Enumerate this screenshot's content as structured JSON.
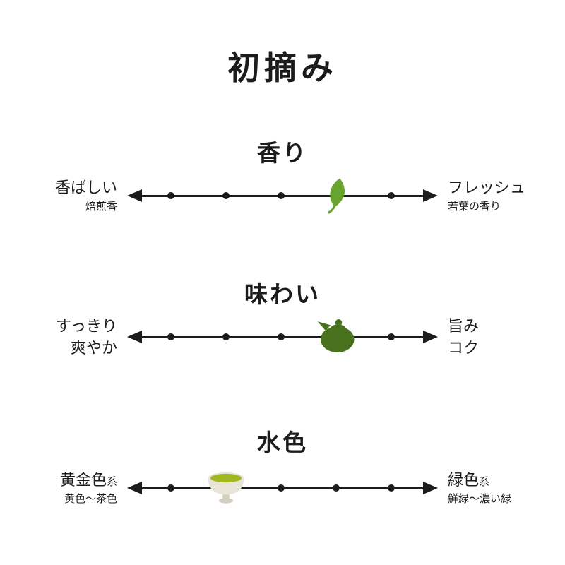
{
  "title": "初摘み",
  "colors": {
    "line": "#1c1c1c",
    "leaf": "#68a42e",
    "teapot": "#48721e",
    "tea": "#a0b821",
    "cup": "#e8e5d8",
    "cup_shade": "#d2cfc0"
  },
  "scale": {
    "ticks": 5,
    "dot_percents": [
      14,
      31.75,
      49.5,
      67.25,
      85
    ]
  },
  "scales": [
    {
      "heading": "香り",
      "left_label": "香ばしい",
      "left_sub": "焙煎香",
      "right_label": "フレッシュ",
      "right_sub": "若葉の香り",
      "marker": "leaf-icon",
      "marker_percent": 67.25
    },
    {
      "heading": "味わい",
      "left_label": "すっきり",
      "left_sub": "爽やか",
      "right_label": "旨み",
      "right_sub": "コク",
      "marker": "teapot-icon",
      "marker_percent": 67.25
    },
    {
      "heading": "水色",
      "left_label": "黄金色",
      "left_label_small": "系",
      "left_sub": "黄色〜茶色",
      "right_label": "緑色",
      "right_label_small": "系",
      "right_sub": "鮮緑〜濃い緑",
      "marker": "teacup-icon",
      "marker_percent": 31.75
    }
  ],
  "chart_data": {
    "type": "rating-scale",
    "title": "初摘み",
    "ticks_per_scale": 5,
    "scales": [
      {
        "name": "香り",
        "left_end": "香ばしい（焙煎香）",
        "right_end": "フレッシュ（若葉の香り）",
        "marker": "leaf",
        "position": 4,
        "position_percent": 67
      },
      {
        "name": "味わい",
        "left_end": "すっきり・爽やか",
        "right_end": "旨み・コク",
        "marker": "teapot",
        "position": 4,
        "position_percent": 67
      },
      {
        "name": "水色",
        "left_end": "黄金色系（黄色〜茶色）",
        "right_end": "緑色系（鮮緑〜濃い緑）",
        "marker": "teacup",
        "position": 2,
        "position_percent": 32
      }
    ]
  }
}
